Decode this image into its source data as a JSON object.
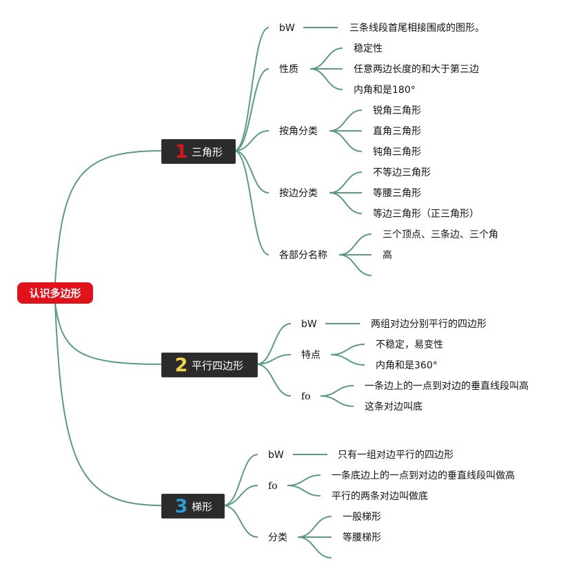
{
  "root": "认识多边形",
  "colors": {
    "root_bg": "#e2121b",
    "connector": "#5a9a80",
    "node_bg": "#2b2b2b",
    "num1": "#d7161c",
    "num2": "#f2d24b",
    "num3": "#2a9ddb"
  },
  "branches": [
    {
      "num": "1",
      "title": "三角形",
      "children": [
        {
          "label": "bW",
          "items": [
            "三条线段首尾相接围成的图形。"
          ]
        },
        {
          "label": "性质",
          "items": [
            "稳定性",
            "任意两边长度的和大于第三边",
            "内角和是180°"
          ]
        },
        {
          "label": "按角分类",
          "items": [
            "锐角三角形",
            "直角三角形",
            "钝角三角形"
          ]
        },
        {
          "label": "按边分类",
          "items": [
            "不等边三角形",
            "等腰三角形",
            "等边三角形（正三角形）"
          ]
        },
        {
          "label": "各部分名称",
          "items": [
            "三个顶点、三条边、三个角",
            "高",
            ""
          ]
        }
      ]
    },
    {
      "num": "2",
      "title": "平行四边形",
      "children": [
        {
          "label": "bW",
          "items": [
            "两组对边分别平行的四边形"
          ]
        },
        {
          "label": "特点",
          "items": [
            "不稳定，易变性",
            "内角和是360°"
          ]
        },
        {
          "label": "fo",
          "items": [
            "一条边上的一点到对边的垂直线段叫高",
            "这条对边叫底"
          ]
        }
      ]
    },
    {
      "num": "3",
      "title": "梯形",
      "children": [
        {
          "label": "bW",
          "items": [
            "只有一组对边平行的四边形"
          ]
        },
        {
          "label": "fo",
          "items": [
            "一条底边上的一点到对边的垂直线段叫做高",
            "平行的两条对边叫做底"
          ]
        },
        {
          "label": "分类",
          "items": [
            "一般梯形",
            "等腰梯形",
            ""
          ]
        }
      ]
    }
  ]
}
